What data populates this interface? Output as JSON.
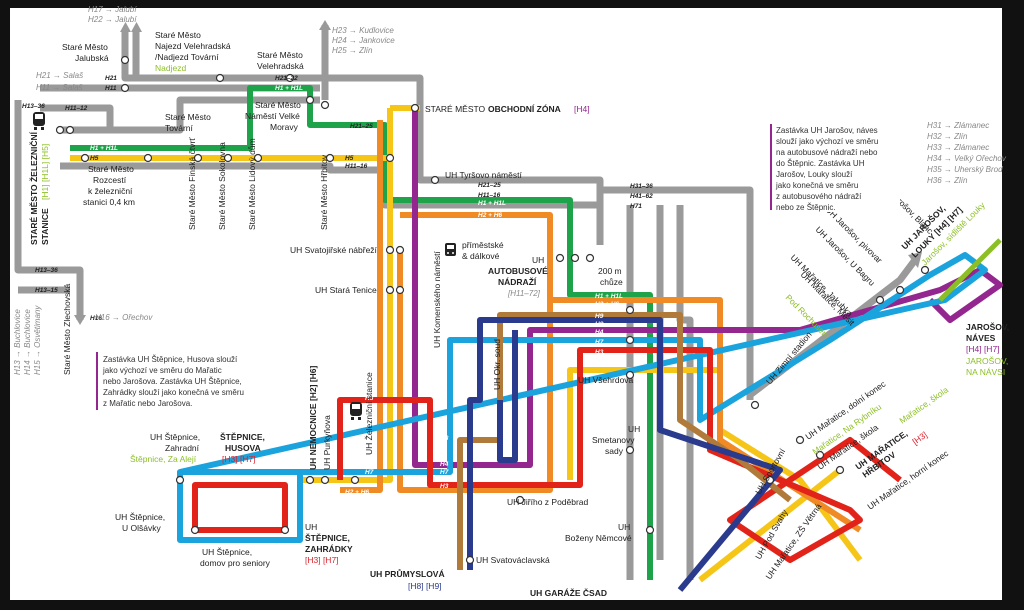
{
  "colors": {
    "gray": "#9a9a9a",
    "green": "#1ea34a",
    "yellow": "#f5c518",
    "orange": "#f08a24",
    "red": "#e2231a",
    "blue": "#1aa3dc",
    "purple": "#93268f",
    "brown": "#b07a3a",
    "navy": "#2a3a8c",
    "lime": "#8cbf26"
  },
  "directions": {
    "top_left_1": "H17 → Jalubí",
    "top_left_2": "H22 → Jalubí",
    "left_1": "H21 → Salaš",
    "left_2": "H11 → Salaš",
    "top_mid_1": "H23 → Kudlovice",
    "top_mid_2": "H24 → Jankovice",
    "top_mid_3": "H25 → Zlín",
    "bottom_left_1": "H13 → Buchlovice",
    "bottom_left_2": "H14 → Buchlovice",
    "bottom_left_3": "H15 → Osvětimany",
    "bottom_left_4": "H16 → Ořechov",
    "right_1": "H31 → Zlámanec",
    "right_2": "H32 → Zlín",
    "right_3": "H33 → Zlámanec",
    "right_4": "H34 → Velký Ořechov",
    "right_5": "H35 → Uherský Brod",
    "right_6": "H36 → Zlín"
  },
  "stops": {
    "jalubska_1": "Staré Město",
    "jalubska_2": "Jalubská",
    "velehradska_1": "Staré Město",
    "velehradska_2": "Najezd Velehradská",
    "velehradska_3": "/Nadjezd Tovární",
    "velehradska_4": "Nadjezd",
    "velehradska2_1": "Staré Město",
    "velehradska2_2": "Velehradská",
    "tovarni_1": "Staré Město",
    "tovarni_2": "Tovární",
    "namesti_1": "Staré Město",
    "namesti_2": "Náměstí Velké",
    "namesti_3": "Moravy",
    "rozcesti_1": "Staré Město",
    "rozcesti_2": "Rozcestí",
    "rozcesti_3": "k železniční",
    "rozcesti_4": "stanici 0,4 km",
    "finska": "Staré Město Finská čtvrť",
    "sokolovna": "Staré Město Sokolovna",
    "lidovy": "Staré Město Lidový dům",
    "hrbitov": "Staré Město Hřbitov",
    "stanice_1": "STARÉ MĚSTO ŽELEZNIČNÍ",
    "stanice_2": "STANICE",
    "stanice_3": "[H1] [H1L] [H5]",
    "zlechovska": "Staré Město Zlechovská",
    "obchodni_a": "STARÉ MĚSTO",
    "obchodni_b": "OBCHODNÍ ZÓNA",
    "obchodni_c": "[H4]",
    "tyrsovo": "UH Tyršovo náměstí",
    "svatojirske": "UH Svatojiřské nábřeží",
    "stara_tenice": "UH Stará Tenice",
    "primestske_1": "příměstské",
    "primestske_2": "& dálkové",
    "autobus_1": "UH",
    "autobus_2": "AUTOBUSOVÉ",
    "autobus_3": "NÁDRAŽÍ",
    "autobus_4": "[H11–72]",
    "chuze_1": "200 m",
    "chuze_2": "chůze",
    "komenskeho": "UH Komenského náměstí",
    "okr_soud": "UH Okr. soud",
    "vsehrdova": "UH Všehrdova",
    "nemocnice": "UH NEMOCNICE [H2] [H6]",
    "purkynova": "UH Purkyňova",
    "zel_stanice": "UH Železniční stanice",
    "stepnice_zahradni_1": "UH Štěpnice,",
    "stepnice_zahradni_2": "Zahradní",
    "stepnice_zaaleji": "Štěpnice, Za Alejí",
    "stepnice_husova_1": "ŠTĚPNICE,",
    "stepnice_husova_2": "HUSOVA",
    "stepnice_husova_3": "[H3] [H7]",
    "stepnice_olsavky_1": "UH Štěpnice,",
    "stepnice_olsavky_2": "U Olšávky",
    "stepnice_domov_1": "UH Štěpnice,",
    "stepnice_domov_2": "domov pro seniory",
    "stepnice_zahradky_1": "UH",
    "stepnice_zahradky_2": "ŠTĚPNICE,",
    "stepnice_zahradky_3": "ZAHRÁDKY",
    "stepnice_zahradky_4": "[H3] [H7]",
    "jiriho": "UH Jiřího z Poděbrad",
    "smetanovy_1": "UH",
    "smetanovy_2": "Smetanovy",
    "smetanovy_3": "sady",
    "bozeny_1": "UH",
    "bozeny_2": "Boženy Němcové",
    "svatovaclavska": "UH Svatováclavská",
    "prumyslova_1": "UH PRŮMYSLOVÁ",
    "prumyslova_2": "[H8] [H9]",
    "garaze": "UH GARÁŽE ČSAD",
    "sportovni": "UH Sportovní",
    "pod_svahy": "UH Pod Svahy",
    "zimni_stadion": "UH Zimní stadion",
    "maratice_dolni": "UH Mařatice, dolní konec",
    "maratice_rybniku": "Mařatice, Na Rybníku",
    "maratice_skola": "UH Mařatice, škola",
    "maratice_skola2": "Mařatice, škola",
    "maratice_hrbitov_1": "UH MAŘATICE,",
    "maratice_hrbitov_2": "HŘBITOV",
    "maratice_hrbitov_3": "[H3]",
    "maratice_horni": "UH Mařatice, horní konec",
    "maratice_zs": "UH Mařatice, ZŠ Větrná",
    "maratice_mesit": "UH Mařatice, Mesit",
    "maratice_jakubska": "UH Mařatice, Jakubka",
    "pod_rochusem": "Pod Rochusem",
    "jarosov_ubagru": "UH Jarošov, U Bagru",
    "jarosov_pivovar": "UH Jarošov, pivovar",
    "jarosov_blanc": "UH Jarošov, Blanc",
    "jarosov_louky_1": "UH JAROŠOV,",
    "jarosov_louky_2": "LOUKY [H4] [H7]",
    "jarosov_louky_3": "Jarošov, sídliště Louky",
    "jarosov_naves_1": "JAROŠOV,",
    "jarosov_naves_2": "NÁVES",
    "jarosov_naves_3": "[H4] [H7]",
    "jarosov_naves_4": "JAROŠOV,",
    "jarosov_naves_5": "NA NÁVSI"
  },
  "notes": {
    "jarosov": [
      "Zastávka UH Jarošov, náves",
      "slouží jako výchozí ve směru",
      "na autobusové nádraží nebo",
      "do Štěpnic. Zastávka UH",
      "Jarošov, Louky slouží",
      "jako konečná ve směru",
      "z autobusového nádraží",
      "nebo ze Štěpnic."
    ],
    "stepnice": [
      "Zastávka UH Štěpnice, Husova slouží",
      "jako výchozí ve směru do Mařatic",
      "nebo Jarošova. Zastávka UH Štěpnice,",
      "Zahrádky slouží jako konečná ve směru",
      "z Mařatic nebo Jarošova."
    ]
  },
  "codes": {
    "h1_h1l": "H1 + H1L",
    "h5": "H5",
    "h11": "H11",
    "h11_16": "H11–16",
    "h11_12": "H11–12",
    "h13_36": "H13–36",
    "h13_15": "H13–15",
    "h16": "H16",
    "h17": "H17",
    "h21": "H21",
    "h21_22": "H21–22",
    "h21_25": "H21–25",
    "h22": "H22",
    "h23_25": "H23–25",
    "h31_36": "H31–36",
    "h41_62": "H41–62",
    "h71": "H71",
    "h2_h6": "H2 + H6",
    "h3": "H3",
    "h4": "H4",
    "h7": "H7",
    "h8": "H8",
    "h9": "H9"
  }
}
